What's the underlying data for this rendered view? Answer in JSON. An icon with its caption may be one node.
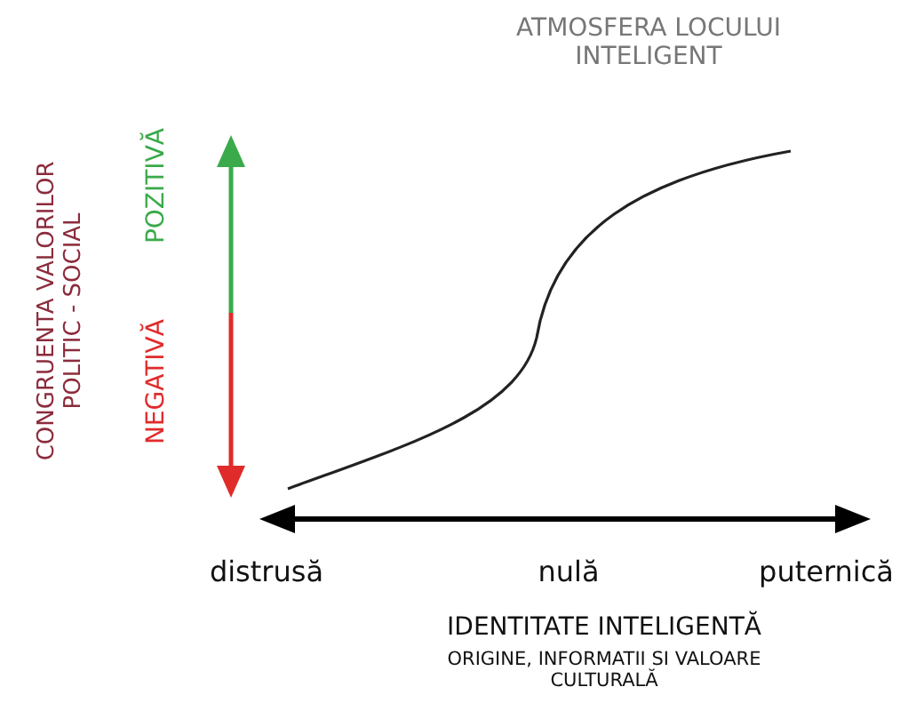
{
  "diagram": {
    "title": "ATMOSFERA LOCULUI INTELIGENT",
    "labels": [
      "CONGRUENTA VALORILOR POLITIC - SOCIAL",
      "POZITIVĂ",
      "NEGATIVĂ",
      "distrusă",
      "nulă",
      "puternică",
      "IDENTITATE INTELIGENTĂ",
      "ORIGINE, INFORMATII SI VALOARE CULTURALĂ"
    ]
  }
}
